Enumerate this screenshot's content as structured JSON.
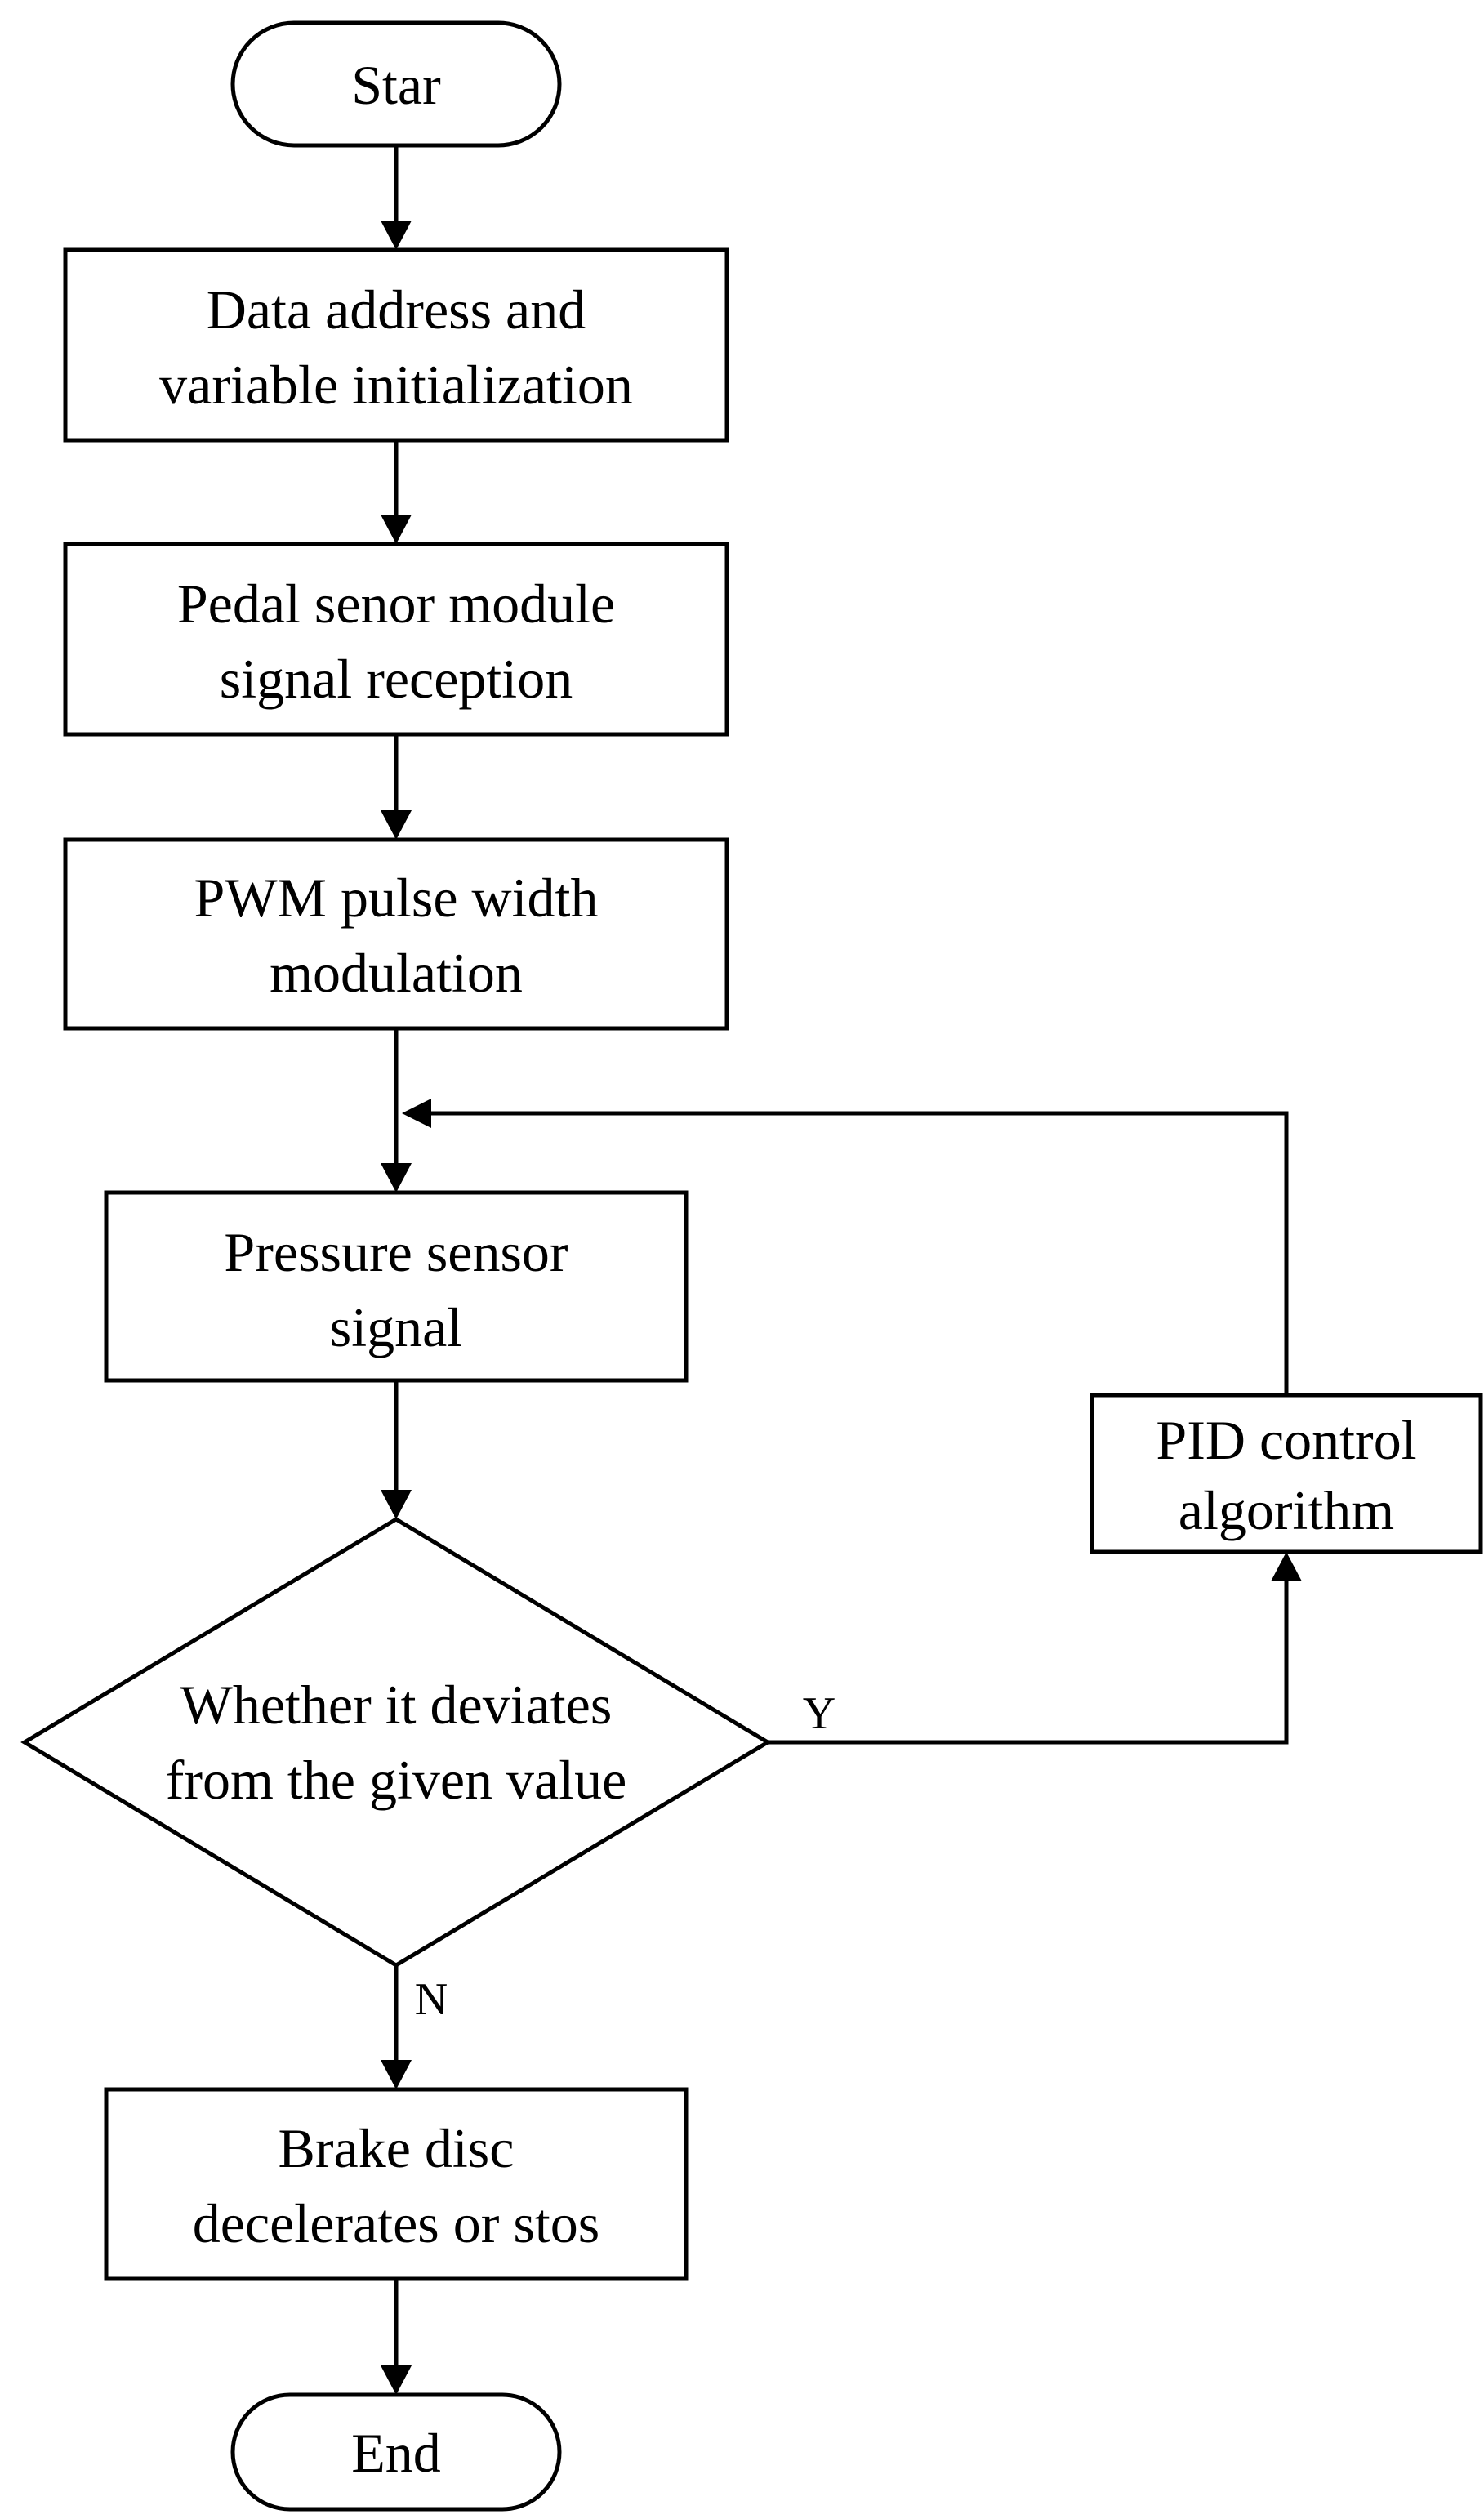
{
  "nodes": {
    "start": {
      "label": "Star"
    },
    "init": {
      "line1": "Data address and",
      "line2": "variable initialization"
    },
    "pedal": {
      "line1": "Pedal senor module",
      "line2": "signal reception"
    },
    "pwm": {
      "line1": "PWM pulse width",
      "line2": "modulation"
    },
    "pressure": {
      "line1": "Pressure sensor",
      "line2": "signal"
    },
    "decision": {
      "line1": "Whether it deviates",
      "line2": "from the given value"
    },
    "pid": {
      "line1": "PID control",
      "line2": "algorithm"
    },
    "brake": {
      "line1": "Brake disc",
      "line2": "decelerates or stos"
    },
    "end": {
      "label": "End"
    }
  },
  "edges": {
    "yes_label": "Y",
    "no_label": "N"
  },
  "colors": {
    "stroke": "#000000",
    "background": "#ffffff"
  }
}
